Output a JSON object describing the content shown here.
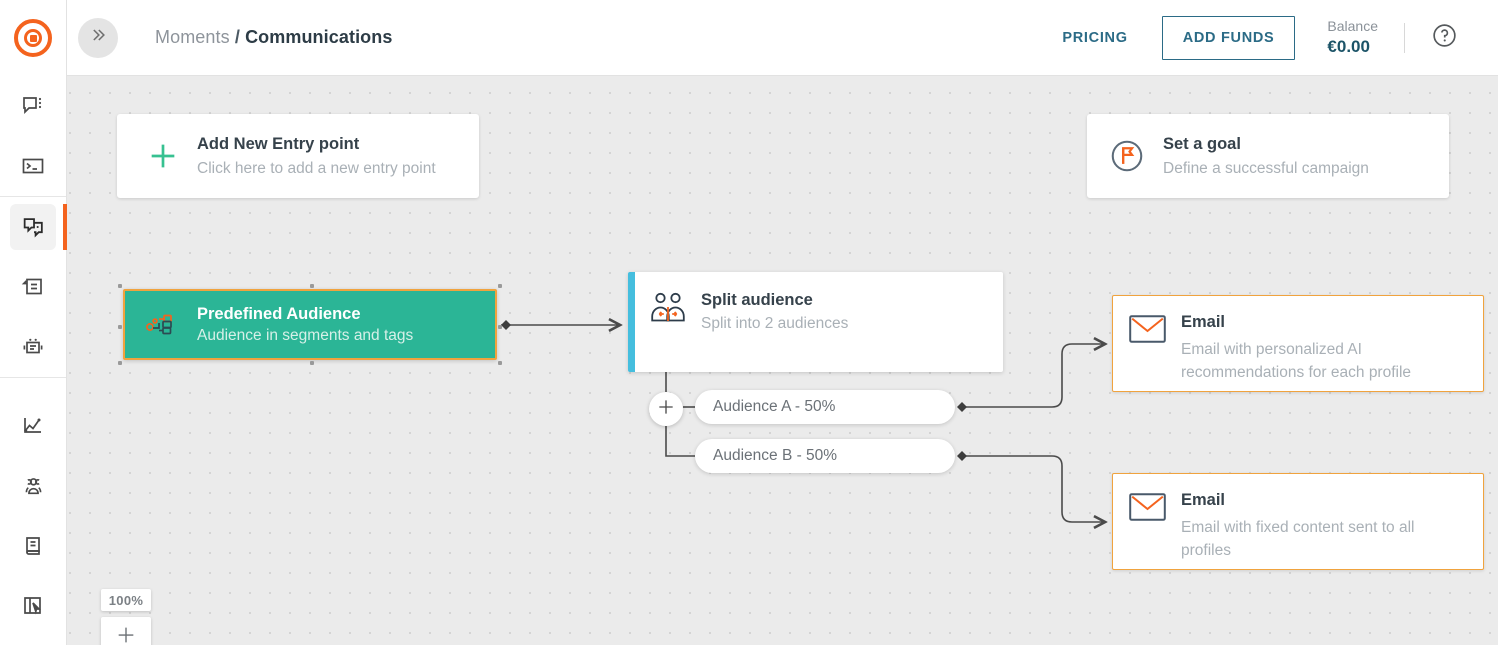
{
  "app": {
    "logo_icon": "target-logo-icon"
  },
  "sidebar": {
    "collapse_icon": "double-chevron-right-icon",
    "groups": [
      {
        "items": [
          {
            "name": "conversations",
            "icon": "chat-bubble-menu-icon",
            "active": false
          },
          {
            "name": "console",
            "icon": "terminal-icon",
            "active": false
          }
        ]
      },
      {
        "items": [
          {
            "name": "moments",
            "icon": "layered-message-icon",
            "active": true
          },
          {
            "name": "templates",
            "icon": "folder-arrow-icon",
            "active": false
          },
          {
            "name": "bots",
            "icon": "robot-icon",
            "active": false
          }
        ]
      },
      {
        "items": [
          {
            "name": "analytics",
            "icon": "line-chart-icon",
            "active": false
          },
          {
            "name": "audiences",
            "icon": "people-group-icon",
            "active": false
          },
          {
            "name": "docs",
            "icon": "book-icon",
            "active": false
          },
          {
            "name": "pages",
            "icon": "page-cursor-icon",
            "active": false
          }
        ]
      }
    ]
  },
  "topbar": {
    "breadcrumb_parent": "Moments",
    "breadcrumb_separator": "/",
    "breadcrumb_current": "Communications",
    "pricing_label": "PRICING",
    "add_funds_label": "ADD FUNDS",
    "balance_label": "Balance",
    "balance_value": "€0.00",
    "help_icon": "question-circle-icon"
  },
  "canvas": {
    "zoom_level": "100%",
    "zoom_in_icon": "plus-icon",
    "entry_card": {
      "icon": "plus-icon",
      "title": "Add New Entry point",
      "subtitle": "Click here to add a new entry point"
    },
    "goal_card": {
      "icon": "flag-circle-icon",
      "title": "Set a goal",
      "subtitle": "Define a successful campaign"
    },
    "audience_node": {
      "icon": "segments-tags-icon",
      "title": "Predefined Audience",
      "subtitle": "Audience in segments and tags",
      "selected": true,
      "color": "#2bb596",
      "selection_color": "#f0a33e"
    },
    "split_node": {
      "icon": "split-audience-icon",
      "title": "Split audience",
      "subtitle": "Split into 2 audiences",
      "accent_color": "#45bede",
      "add_branch_icon": "plus-icon"
    },
    "branches": [
      {
        "label": "Audience A - 50%"
      },
      {
        "label": "Audience B - 50%"
      }
    ],
    "email_nodes": [
      {
        "icon": "envelope-icon",
        "title": "Email",
        "subtitle": "Email with personalized AI recommendations for each profile",
        "border_color": "#f0a33e"
      },
      {
        "icon": "envelope-icon",
        "title": "Email",
        "subtitle": "Email with fixed content sent to all profiles",
        "border_color": "#f0a33e"
      }
    ]
  }
}
